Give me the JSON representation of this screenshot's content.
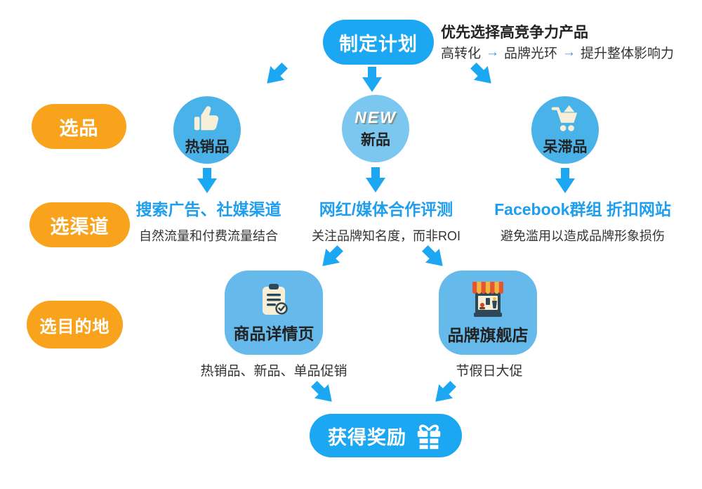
{
  "colors": {
    "primary_blue": "#1BA7F2",
    "circle_side_blue": "#49B3E9",
    "circle_mid_blue": "#7CC7F0",
    "square_blue": "#66BAEB",
    "orange": "#F9A21C",
    "heading_blue": "#1F9EEE",
    "text_dark": "#222222",
    "icon_cream": "#F8EFD9"
  },
  "plan": {
    "label": "制定计划",
    "note_title": "优先选择高竞争力产品",
    "steps": [
      "高转化",
      "品牌光环",
      "提升整体影响力"
    ],
    "arrow_glyph": "→"
  },
  "stages": [
    {
      "label": "选品"
    },
    {
      "label": "选渠道"
    },
    {
      "label": "选目的地"
    }
  ],
  "products": [
    {
      "label": "热销品",
      "icon": "thumbs-up-icon"
    },
    {
      "label": "新品",
      "badge": "NEW",
      "icon": "new-badge"
    },
    {
      "label": "呆滞品",
      "icon": "shopping-cart-icon"
    }
  ],
  "channels": [
    {
      "title": "搜索广告、社媒渠道",
      "desc": "自然流量和付费流量结合"
    },
    {
      "title": "网红/媒体合作评测",
      "desc": "关注品牌知名度，而非ROI"
    },
    {
      "title": "Facebook群组 折扣网站",
      "desc": "避免滥用以造成品牌形象损伤"
    }
  ],
  "destinations": [
    {
      "label": "商品详情页",
      "caption": "热销品、新品、单品促销",
      "icon": "clipboard-check-icon"
    },
    {
      "label": "品牌旗舰店",
      "caption": "节假日大促",
      "icon": "storefront-icon"
    }
  ],
  "reward": {
    "label": "获得奖励",
    "icon": "gift-icon"
  }
}
